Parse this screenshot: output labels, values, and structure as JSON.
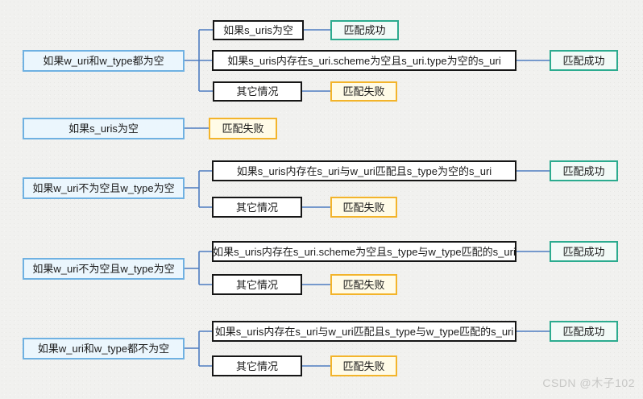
{
  "watermark": "CSDN @木子102",
  "palette": {
    "background": "#f1f1ef",
    "line": "#4e7cc1",
    "root_border": "#6fb1e2",
    "root_bg": "#ebf6fd",
    "branch_border": "#161616",
    "branch_bg": "#ffffff",
    "success_border": "#2cab8f",
    "success_bg": "#f2faf7",
    "fail_border": "#f3b42b",
    "fail_bg": "#fffbe7"
  },
  "groups": [
    {
      "root": "如果w_uri和w_type都为空",
      "branches": [
        {
          "label": "如果s_uris为空",
          "result": "匹配成功",
          "status": "success"
        },
        {
          "label": "如果s_uris内存在s_uri.scheme为空且s_uri.type为空的s_uri",
          "result": "匹配成功",
          "status": "success"
        },
        {
          "label": "其它情况",
          "result": "匹配失败",
          "status": "fail"
        }
      ]
    },
    {
      "root": "如果s_uris为空",
      "result": "匹配失败",
      "status": "fail",
      "branches": []
    },
    {
      "root": "如果w_uri不为空且w_type为空",
      "branches": [
        {
          "label": "如果s_uris内存在s_uri与w_uri匹配且s_type为空的s_uri",
          "result": "匹配成功",
          "status": "success"
        },
        {
          "label": "其它情况",
          "result": "匹配失败",
          "status": "fail"
        }
      ]
    },
    {
      "root": "如果w_uri不为空且w_type为空",
      "branches": [
        {
          "label": "如果s_uris内存在s_uri.scheme为空且s_type与w_type匹配的s_uri",
          "result": "匹配成功",
          "status": "success"
        },
        {
          "label": "其它情况",
          "result": "匹配失败",
          "status": "fail"
        }
      ]
    },
    {
      "root": "如果w_uri和w_type都不为空",
      "branches": [
        {
          "label": "如果s_uris内存在s_uri与w_uri匹配且s_type与w_type匹配的s_uri",
          "result": "匹配成功",
          "status": "success"
        },
        {
          "label": "其它情况",
          "result": "匹配失败",
          "status": "fail"
        }
      ]
    }
  ]
}
